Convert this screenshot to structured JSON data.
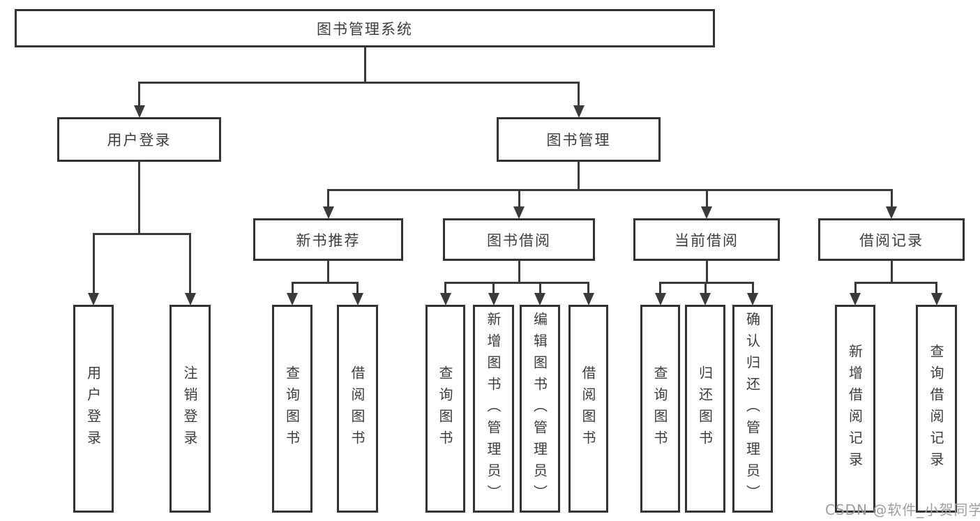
{
  "diagram": {
    "type": "hierarchy-tree",
    "title": "图书管理系统",
    "colors": {
      "line": "#3a3a3a",
      "box_border": "#333333",
      "box_fill": "#ffffff",
      "text": "#3d3d3d",
      "watermark_text": "#9e9e9e",
      "background": "#ffffff"
    }
  },
  "nodes": [
    {
      "id": "root",
      "name": "library-management-system",
      "label": "图书管理系统",
      "text_direction": "horizontal"
    },
    {
      "id": "login",
      "name": "user-login",
      "label": "用户登录",
      "text_direction": "horizontal"
    },
    {
      "id": "mgmt",
      "name": "book-management",
      "label": "图书管理",
      "text_direction": "horizontal"
    },
    {
      "id": "rec",
      "name": "new-book-recommendation",
      "label": "新书推荐",
      "text_direction": "horizontal"
    },
    {
      "id": "borrow",
      "name": "book-borrowing",
      "label": "图书借阅",
      "text_direction": "horizontal"
    },
    {
      "id": "current",
      "name": "current-borrowing",
      "label": "当前借阅",
      "text_direction": "horizontal"
    },
    {
      "id": "records",
      "name": "borrowing-records",
      "label": "借阅记录",
      "text_direction": "horizontal"
    },
    {
      "id": "login-user",
      "name": "user-login-leaf",
      "label": "用户登录",
      "text_direction": "vertical"
    },
    {
      "id": "login-logout",
      "name": "logout-leaf",
      "label": "注销登录",
      "text_direction": "vertical"
    },
    {
      "id": "rec-query",
      "name": "query-books-leaf",
      "label": "查询图书",
      "text_direction": "vertical"
    },
    {
      "id": "rec-borrow",
      "name": "borrow-books-leaf",
      "label": "借阅图书",
      "text_direction": "vertical"
    },
    {
      "id": "borrow-query",
      "name": "query-books-leaf",
      "label": "查询图书",
      "text_direction": "vertical"
    },
    {
      "id": "borrow-add",
      "name": "add-books-admin-leaf",
      "label": "新增图书（管理员）",
      "text_direction": "vertical"
    },
    {
      "id": "borrow-edit",
      "name": "edit-books-admin-leaf",
      "label": "编辑图书（管理员）",
      "text_direction": "vertical"
    },
    {
      "id": "borrow-borrow",
      "name": "borrow-books-leaf",
      "label": "借阅图书",
      "text_direction": "vertical"
    },
    {
      "id": "cur-query",
      "name": "query-books-leaf",
      "label": "查询图书",
      "text_direction": "vertical"
    },
    {
      "id": "cur-return",
      "name": "return-books-leaf",
      "label": "归还图书",
      "text_direction": "vertical"
    },
    {
      "id": "cur-confirm",
      "name": "confirm-return-admin-leaf",
      "label": "确认归还（管理员）",
      "text_direction": "vertical"
    },
    {
      "id": "rec2-add",
      "name": "add-borrow-record-leaf",
      "label": "新增借阅记录",
      "text_direction": "vertical"
    },
    {
      "id": "rec2-query",
      "name": "query-borrow-record-leaf",
      "label": "查询借阅记录",
      "text_direction": "vertical"
    }
  ],
  "hierarchy": {
    "root": [
      "login",
      "mgmt"
    ],
    "login": [
      "login-user",
      "login-logout"
    ],
    "mgmt": [
      "rec",
      "borrow",
      "current",
      "records"
    ],
    "rec": [
      "rec-query",
      "rec-borrow"
    ],
    "borrow": [
      "borrow-query",
      "borrow-add",
      "borrow-edit",
      "borrow-borrow"
    ],
    "current": [
      "cur-query",
      "cur-return",
      "cur-confirm"
    ],
    "records": [
      "rec2-add",
      "rec2-query"
    ]
  },
  "watermark": {
    "text": "CSDN @软件_小贺同学"
  }
}
